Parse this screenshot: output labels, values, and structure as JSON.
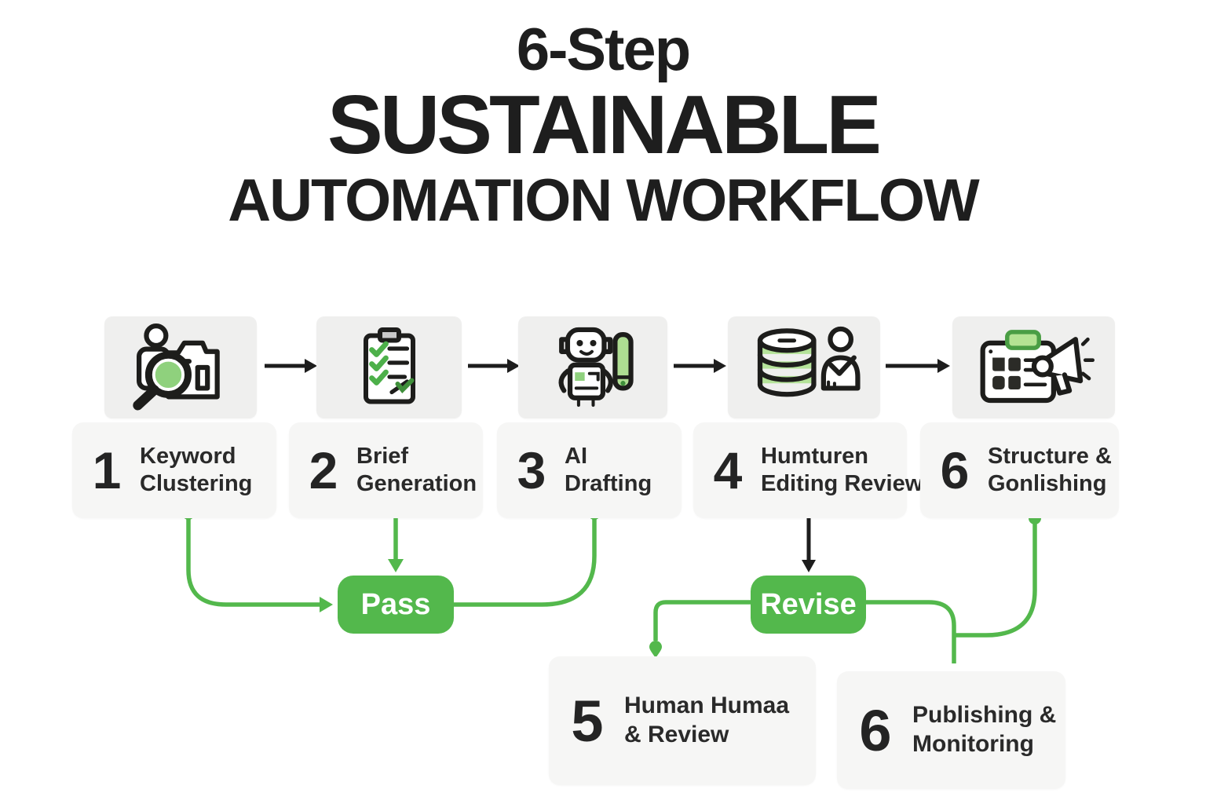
{
  "title": {
    "line1": "6-Step",
    "line2": "SUSTAINABLE",
    "line3": "AUTOMATION WORKFLOW"
  },
  "colors": {
    "green": "#53b84c",
    "green_fill_light": "#8fd17d",
    "green_fill_pale": "#b5e39a",
    "icon_box_bg": "#efefee",
    "label_box_bg": "#f6f6f5",
    "ink": "#1d1d1b"
  },
  "steps": [
    {
      "number": "1",
      "label_line1": "Keyword",
      "label_line2": "Clustering",
      "icon": "keyword-search-icon"
    },
    {
      "number": "2",
      "label_line1": "Brief",
      "label_line2": "Generation",
      "icon": "checklist-clipboard-icon"
    },
    {
      "number": "3",
      "label_line1": "AI",
      "label_line2": "Drafting",
      "icon": "robot-pen-icon"
    },
    {
      "number": "4",
      "label_line1": "Humturen",
      "label_line2": "Editing Review",
      "icon": "database-reviewer-icon"
    },
    {
      "number": "6",
      "label_line1": "Structure &",
      "label_line2": "Gonlishing",
      "icon": "board-megaphone-icon"
    }
  ],
  "bottom_steps": [
    {
      "number": "5",
      "label_line1": "Human Humaa",
      "label_line2": "& Review"
    },
    {
      "number": "6",
      "label_line1": "Publishing &",
      "label_line2": "Monitoring"
    }
  ],
  "badges": {
    "pass": "Pass",
    "revise": "Revise"
  }
}
